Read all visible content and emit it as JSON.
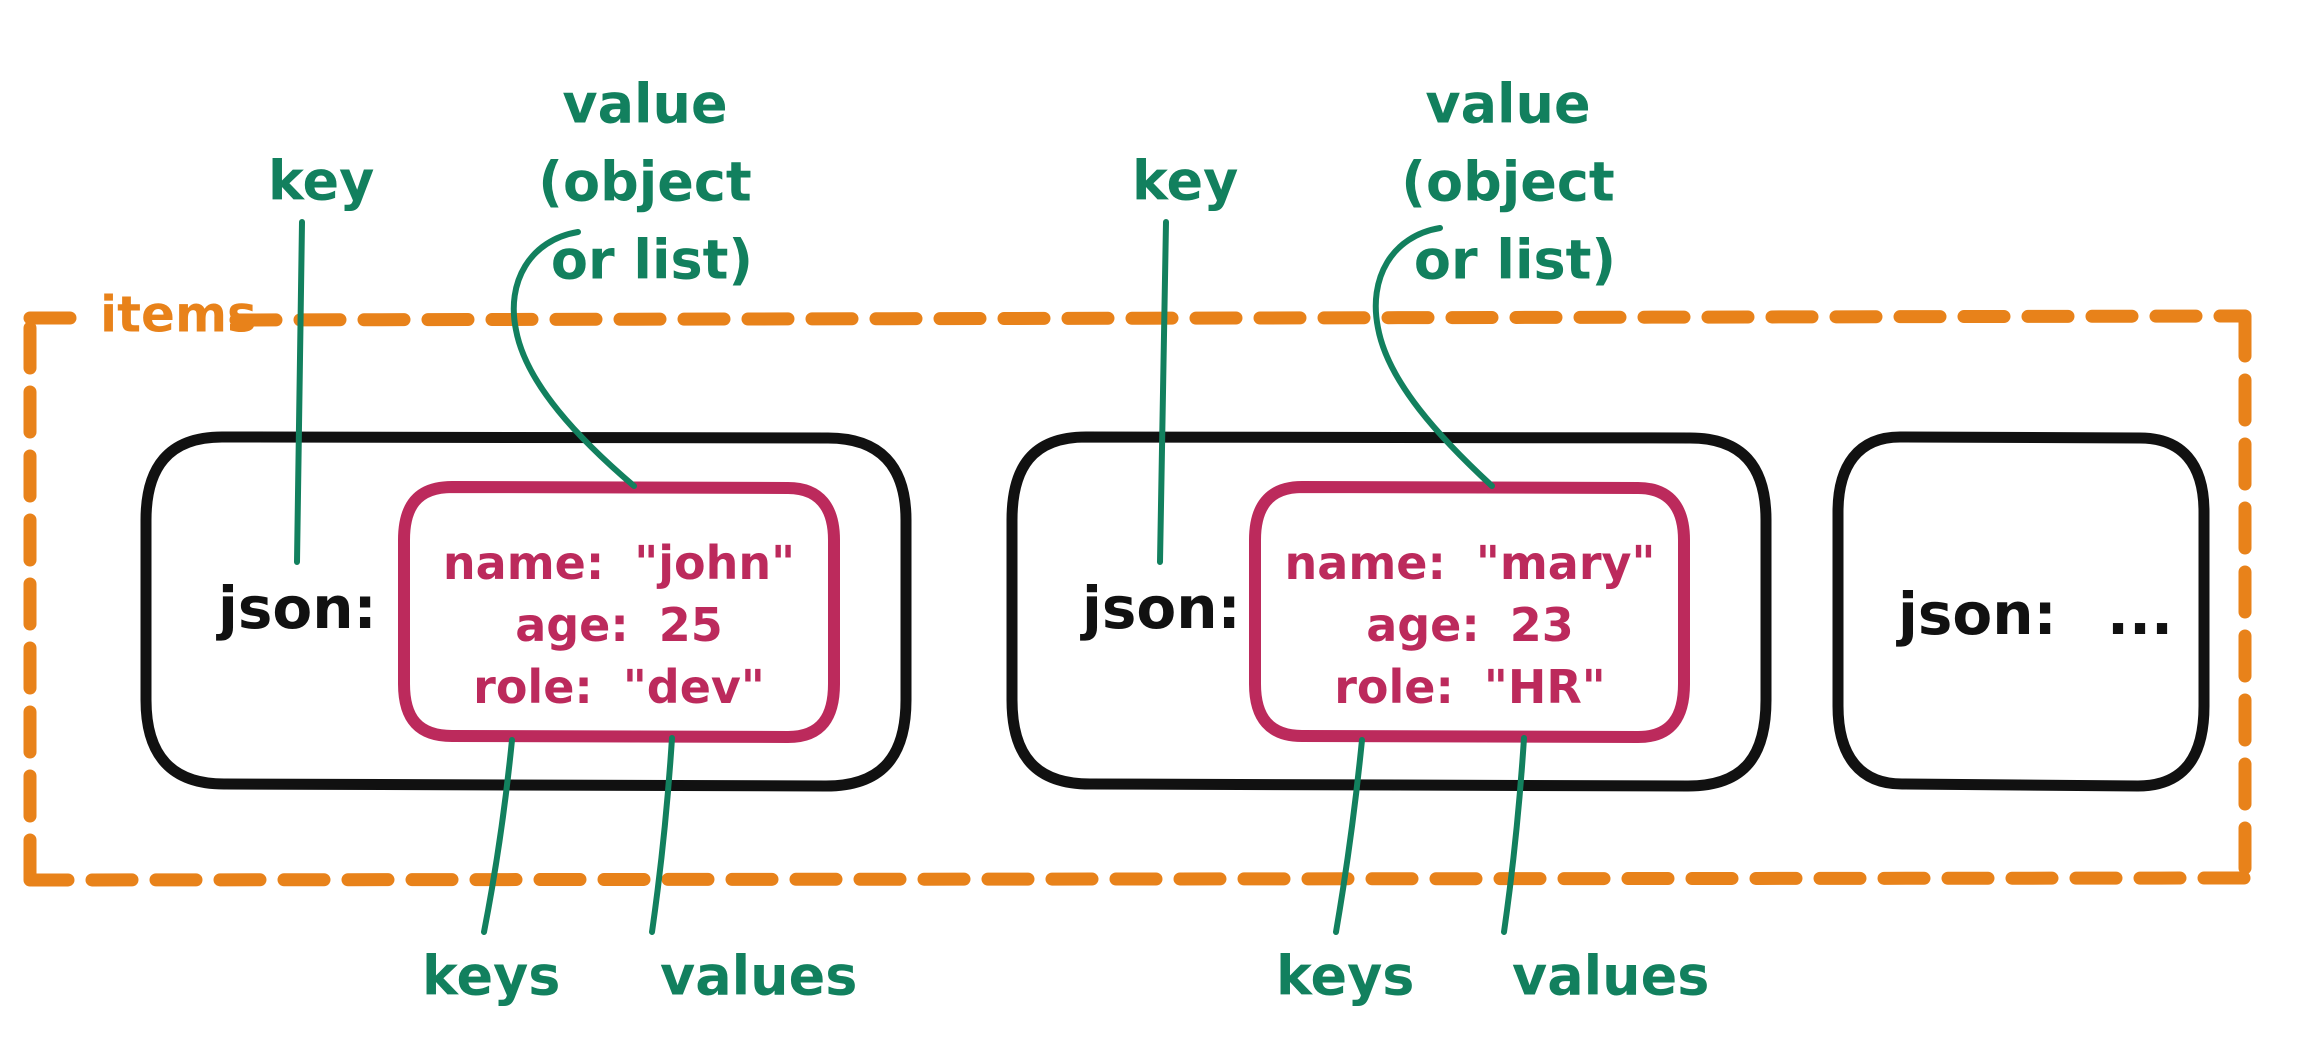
{
  "diagram": {
    "title_label": "items",
    "container": {
      "label": "items",
      "border_style": "dashed",
      "color": "#E8821A"
    },
    "colors": {
      "annotation_green": "#12805E",
      "container_orange": "#E8821A",
      "value_crimson": "#BC2A5C",
      "item_black": "#111111",
      "background": "#FFFFFF"
    },
    "groups": [
      {
        "id": "group-1",
        "key_label": "json:",
        "annotations": {
          "key": "key",
          "value_line1": "value",
          "value_line2": "(object",
          "value_line3": "or list)",
          "keys": "keys",
          "values": "values"
        },
        "object_lines": [
          {
            "key": "name:",
            "value": "\"john\""
          },
          {
            "key": "age:",
            "value": "25"
          },
          {
            "key": "role:",
            "value": "\"dev\""
          }
        ]
      },
      {
        "id": "group-2",
        "key_label": "json:",
        "annotations": {
          "key": "key",
          "value_line1": "value",
          "value_line2": "(object",
          "value_line3": "or list)",
          "keys": "keys",
          "values": "values"
        },
        "object_lines": [
          {
            "key": "name:",
            "value": "\"mary\""
          },
          {
            "key": "age:",
            "value": "23"
          },
          {
            "key": "role:",
            "value": "\"HR\""
          }
        ]
      },
      {
        "id": "group-3",
        "key_label": "json:",
        "ellipsis": "...",
        "object_lines": []
      }
    ]
  }
}
